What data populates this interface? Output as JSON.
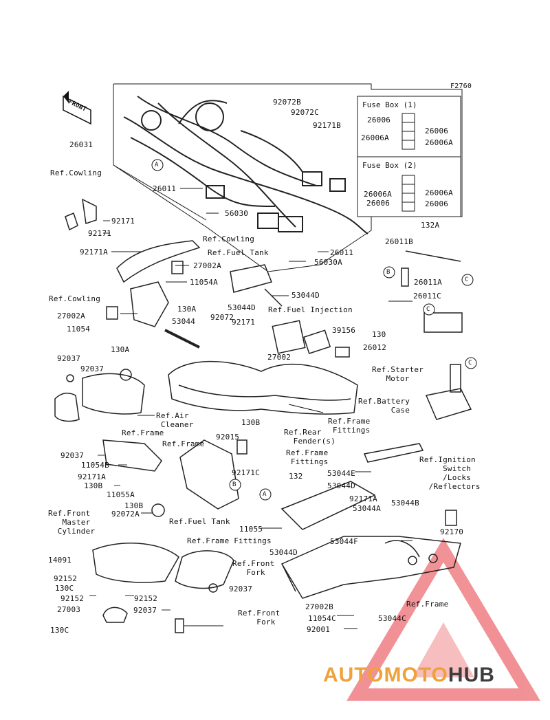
{
  "figure_code": "F2760",
  "front_badge": "FRONT",
  "fuse_box_1": {
    "title": "Fuse Box (1)",
    "labels": [
      "26006",
      "26006A",
      "26006",
      "26006A"
    ]
  },
  "fuse_box_2": {
    "title": "Fuse Box (2)",
    "labels": [
      "26006A",
      "26006",
      "26006A",
      "26006"
    ]
  },
  "callouts": [
    "A",
    "B",
    "C"
  ],
  "part_labels": [
    {
      "id": "p-26031",
      "text": "26031"
    },
    {
      "id": "p-92072b",
      "text": "92072B"
    },
    {
      "id": "p-92072c",
      "text": "92072C"
    },
    {
      "id": "p-92171b",
      "text": "92171B"
    },
    {
      "id": "p-26011-top",
      "text": "26011"
    },
    {
      "id": "p-56030",
      "text": "56030"
    },
    {
      "id": "p-26011-mid",
      "text": "26011"
    },
    {
      "id": "p-56030a",
      "text": "56030A"
    },
    {
      "id": "p-132a",
      "text": "132A"
    },
    {
      "id": "p-92171-a",
      "text": "92171"
    },
    {
      "id": "p-92171-b",
      "text": "92171"
    },
    {
      "id": "p-92171a",
      "text": "92171A"
    },
    {
      "id": "p-27002a-1",
      "text": "27002A"
    },
    {
      "id": "p-11054a",
      "text": "11054A"
    },
    {
      "id": "p-130a-1",
      "text": "130A"
    },
    {
      "id": "p-53044d-1",
      "text": "53044D"
    },
    {
      "id": "p-53044d-2",
      "text": "53044D"
    },
    {
      "id": "p-27002a-2",
      "text": "27002A"
    },
    {
      "id": "p-11054",
      "text": "11054"
    },
    {
      "id": "p-130a-2",
      "text": "130A"
    },
    {
      "id": "p-53044",
      "text": "53044"
    },
    {
      "id": "p-92072",
      "text": "92072"
    },
    {
      "id": "p-92171-c",
      "text": "92171"
    },
    {
      "id": "p-27002",
      "text": "27002"
    },
    {
      "id": "p-39156",
      "text": "39156"
    },
    {
      "id": "p-130",
      "text": "130"
    },
    {
      "id": "p-26012",
      "text": "26012"
    },
    {
      "id": "p-26011b",
      "text": "26011B"
    },
    {
      "id": "p-26011a",
      "text": "26011A"
    },
    {
      "id": "p-26011c",
      "text": "26011C"
    },
    {
      "id": "p-92037-1",
      "text": "92037"
    },
    {
      "id": "p-92037-2",
      "text": "92037"
    },
    {
      "id": "p-130b-1",
      "text": "130B"
    },
    {
      "id": "p-92015",
      "text": "92015"
    },
    {
      "id": "p-92037-3",
      "text": "92037"
    },
    {
      "id": "p-11054b",
      "text": "11054B"
    },
    {
      "id": "p-92171a-2",
      "text": "92171A"
    },
    {
      "id": "p-130b-2",
      "text": "130B"
    },
    {
      "id": "p-11055a",
      "text": "11055A"
    },
    {
      "id": "p-130b-3",
      "text": "130B"
    },
    {
      "id": "p-92072a",
      "text": "92072A"
    },
    {
      "id": "p-92171c",
      "text": "92171C"
    },
    {
      "id": "p-132",
      "text": "132"
    },
    {
      "id": "p-53044e",
      "text": "53044E"
    },
    {
      "id": "p-53044d-3",
      "text": "53044D"
    },
    {
      "id": "p-92171a-3",
      "text": "92171A"
    },
    {
      "id": "p-53044a",
      "text": "53044A"
    },
    {
      "id": "p-53044b",
      "text": "53044B"
    },
    {
      "id": "p-11055",
      "text": "11055"
    },
    {
      "id": "p-92170",
      "text": "92170"
    },
    {
      "id": "p-53044f",
      "text": "53044F"
    },
    {
      "id": "p-53044d-4",
      "text": "53044D"
    },
    {
      "id": "p-14091",
      "text": "14091"
    },
    {
      "id": "p-92152-1",
      "text": "92152"
    },
    {
      "id": "p-130c-1",
      "text": "130C"
    },
    {
      "id": "p-92152-2",
      "text": "92152"
    },
    {
      "id": "p-92152-3",
      "text": "92152"
    },
    {
      "id": "p-92037-4",
      "text": "92037"
    },
    {
      "id": "p-27003",
      "text": "27003"
    },
    {
      "id": "p-92037-5",
      "text": "92037"
    },
    {
      "id": "p-130c-2",
      "text": "130C"
    },
    {
      "id": "p-27002b",
      "text": "27002B"
    },
    {
      "id": "p-11054c",
      "text": "11054C"
    },
    {
      "id": "p-92001",
      "text": "92001"
    },
    {
      "id": "p-53044c",
      "text": "53044C"
    }
  ],
  "ref_labels": [
    {
      "id": "r-cowling-1",
      "text": "Ref.Cowling"
    },
    {
      "id": "r-cowling-2",
      "text": "Ref.Cowling"
    },
    {
      "id": "r-fuel-tank-1",
      "text": "Ref.Fuel Tank"
    },
    {
      "id": "r-cowling-3",
      "text": "Ref.Cowling"
    },
    {
      "id": "r-fuel-injection",
      "text": "Ref.Fuel Injection"
    },
    {
      "id": "r-starter-motor",
      "text": "Ref.Starter\n   Motor"
    },
    {
      "id": "r-battery-case",
      "text": "Ref.Battery\n       Case"
    },
    {
      "id": "r-frame-fittings-1",
      "text": "Ref.Frame\n Fittings"
    },
    {
      "id": "r-air-cleaner",
      "text": "Ref.Air\n Cleaner"
    },
    {
      "id": "r-frame-1",
      "text": "Ref.Frame"
    },
    {
      "id": "r-frame-2",
      "text": "Ref.Frame"
    },
    {
      "id": "r-rear-fender",
      "text": "Ref.Rear\n  Fender(s)"
    },
    {
      "id": "r-frame-fittings-2",
      "text": "Ref.Frame\n Fittings"
    },
    {
      "id": "r-ignition",
      "text": "Ref.Ignition\n     Switch\n     /Locks\n  /Reflectors"
    },
    {
      "id": "r-front-master",
      "text": "Ref.Front\n   Master\n  Cylinder"
    },
    {
      "id": "r-fuel-tank-2",
      "text": "Ref.Fuel Tank"
    },
    {
      "id": "r-frame-fittings-3",
      "text": "Ref.Frame Fittings"
    },
    {
      "id": "r-front-fork-1",
      "text": "Ref.Front\n   Fork"
    },
    {
      "id": "r-front-fork-2",
      "text": "Ref.Front\n    Fork"
    },
    {
      "id": "r-frame-3",
      "text": "Ref.Frame"
    }
  ],
  "watermark": {
    "part1": "AUTOMOTO",
    "part2": "HUB"
  },
  "colors": {
    "line": "#1a1a1a",
    "watermark_orange": "#f0a23a",
    "watermark_red": "#e6393f",
    "watermark_dark": "#3c3c3c"
  }
}
